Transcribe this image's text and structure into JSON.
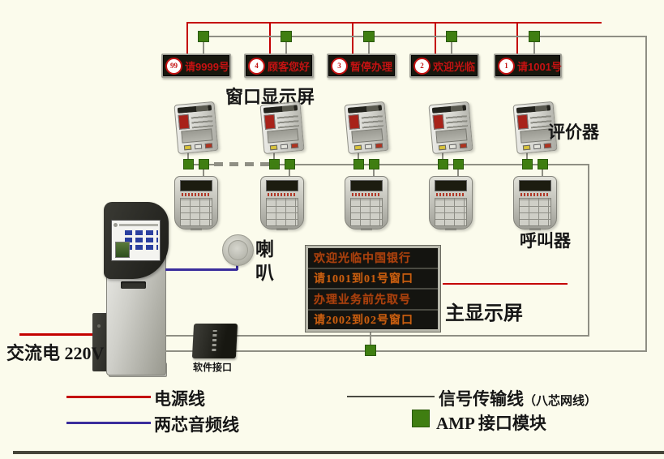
{
  "window_display": {
    "label": "窗口显示屏",
    "panels": [
      {
        "badge": "99",
        "text": "请9999号"
      },
      {
        "badge": "4",
        "text": "顾客您好"
      },
      {
        "badge": "3",
        "text": "暂停办理"
      },
      {
        "badge": "2",
        "text": "欢迎光临"
      },
      {
        "badge": "1",
        "text": "请1001号"
      }
    ]
  },
  "evaluators": {
    "label": "评价器",
    "count": 5
  },
  "callers": {
    "label": "呼叫器",
    "count": 5
  },
  "speaker": {
    "label": "喇叭"
  },
  "main_display": {
    "label": "主显示屏",
    "lines": [
      "欢迎光临中国银行",
      "请1001到01号窗口",
      "办理业务前先取号",
      "请2002到02号窗口"
    ]
  },
  "kiosk": {
    "ac_label": "交流电 220V",
    "interface_label": "软件接口"
  },
  "legend": {
    "power_line": "电源线",
    "audio_line": "两芯音频线",
    "signal_line": "信号传输线",
    "signal_line_note": "（八芯网线）",
    "amp_module": "AMP 接口模块"
  },
  "colors": {
    "power_line": "#c40000",
    "audio_line": "#3a2d9c",
    "signal_line": "#8f8f84",
    "amp_green": "#3f7e11",
    "led_red": "#c41212",
    "led_orange": "#c55e10",
    "background": "#fbfbec"
  }
}
